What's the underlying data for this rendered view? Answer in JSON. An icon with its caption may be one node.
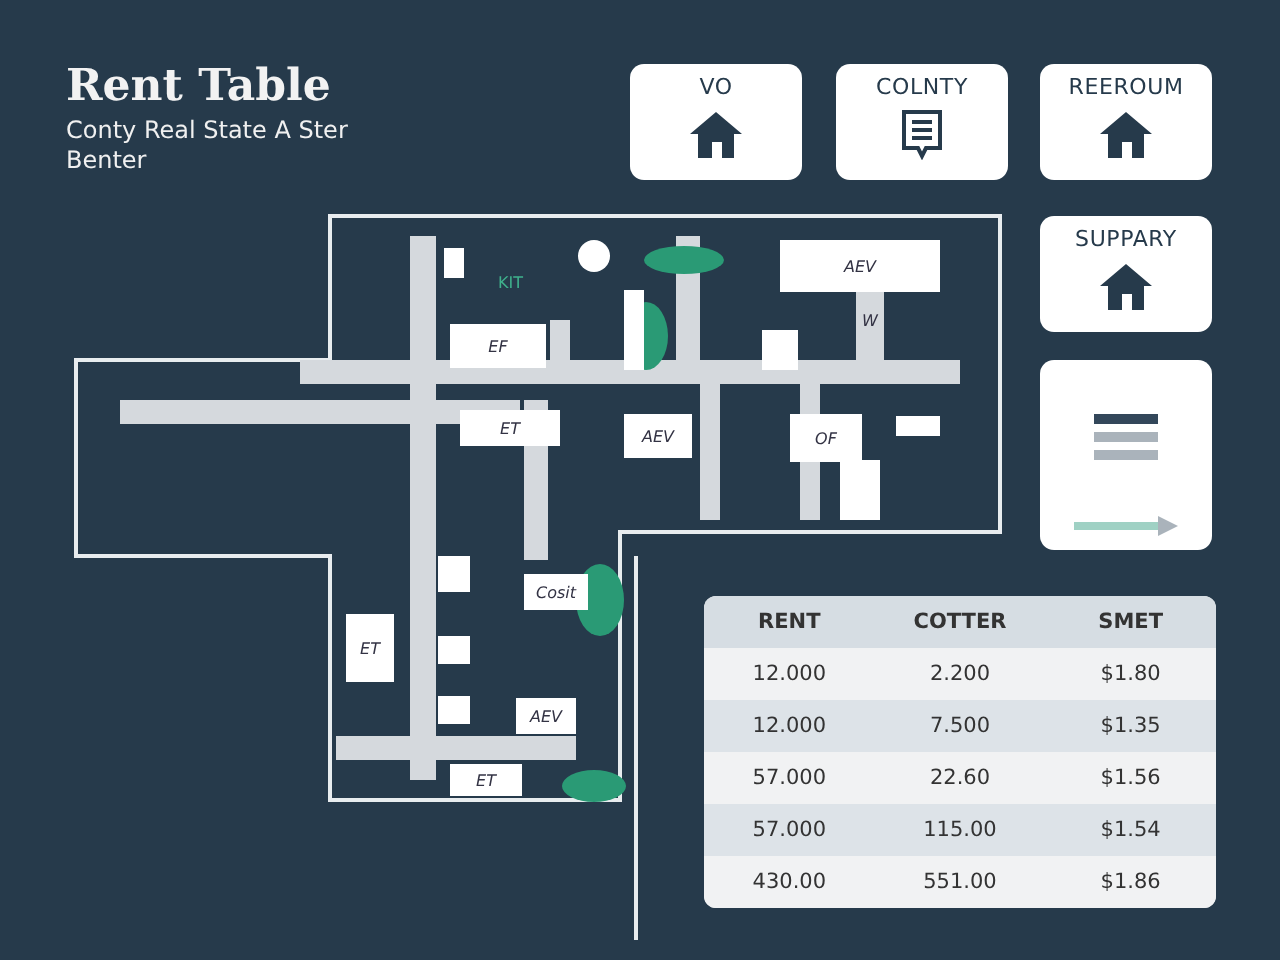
{
  "diagram": {
    "title": "Rent Table",
    "nodes": [
      {
        "text": [
          "VO"
        ]
      },
      {
        "text": [
          "COLNTY"
        ]
      },
      {
        "text": [
          "REEROUM"
        ]
      },
      {
        "text": [
          "SUPPARY"
        ]
      },
      {
        "text": [],
        "shape": "box"
      },
      {
        "text": [
          "EF"
        ]
      },
      {
        "text": [
          "AEV"
        ]
      },
      {
        "text": [
          "W"
        ]
      },
      {
        "text": [
          "ET"
        ]
      },
      {
        "text": [
          "AEV"
        ]
      },
      {
        "text": [
          "OF"
        ]
      },
      {
        "text": [
          "Cosit"
        ]
      },
      {
        "text": [
          "ET"
        ]
      },
      {
        "text": [
          "AEV"
        ]
      },
      {
        "text": [
          "ET"
        ]
      }
    ],
    "labels": [
      "Conty Real State A Ster Benter",
      "KIT",
      "RENT",
      "COTTER",
      "SMET",
      "12.000",
      "2.200",
      "$1.80",
      "12.000",
      "7.500",
      "$1.35",
      "57.000",
      "22.60",
      "$1.56",
      "57.000",
      "115.00",
      "$1.54",
      "430.00",
      "551.00",
      "$1.86"
    ]
  }
}
